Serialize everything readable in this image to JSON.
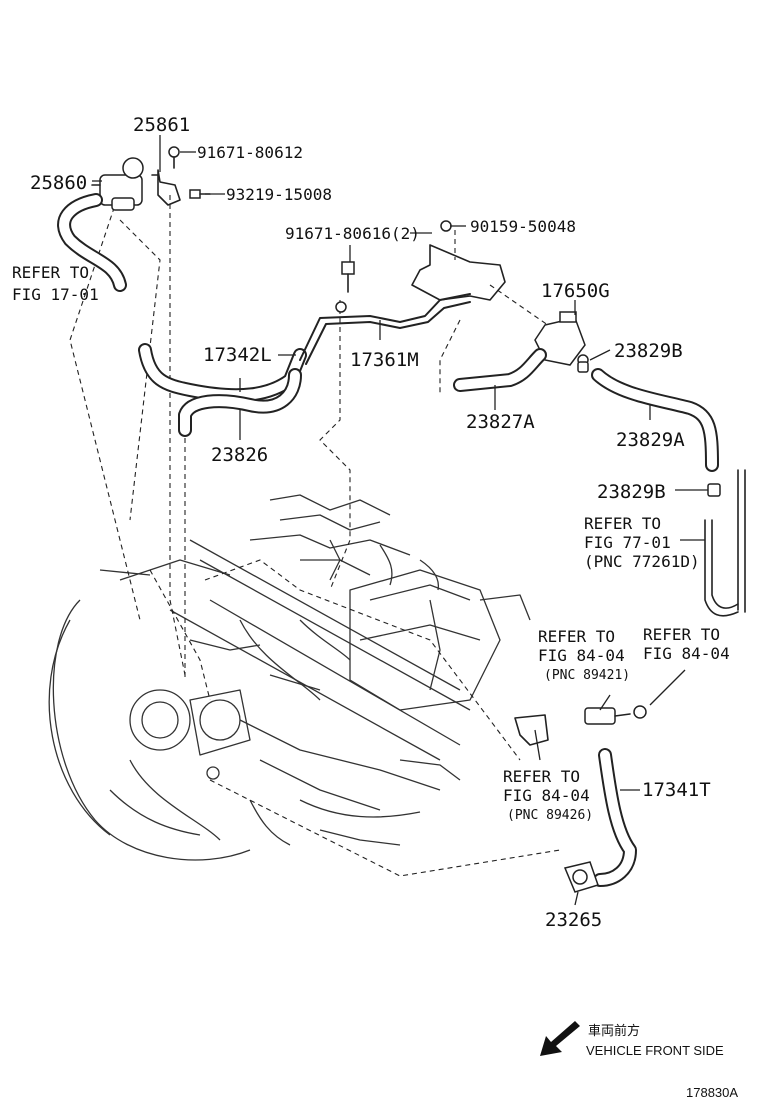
{
  "labels": {
    "p25861": "25861",
    "p91671_80612": "91671-80612",
    "p25860": "25860",
    "p93219_15008": "93219-15008",
    "refer17_line1": "REFER TO",
    "refer17_line2": "FIG 17-01",
    "p91671_80616": "91671-80616(2)",
    "p90159_50048": "90159-50048",
    "p17650G": "17650G",
    "p17342L": "17342L",
    "p17361M": "17361M",
    "p23829B_top": "23829B",
    "p23827A": "23827A",
    "p23826": "23826",
    "p23829A": "23829A",
    "p23829B_mid": "23829B",
    "refer77_line1": "REFER TO",
    "refer77_line2": "FIG 77-01",
    "refer77_line3": "(PNC 77261D)",
    "refer84a_line1": "REFER TO",
    "refer84a_line2": "FIG 84-04",
    "refer84a_line3": "(PNC 89421)",
    "refer84b_line1": "REFER TO",
    "refer84b_line2": "FIG 84-04",
    "refer84c_line1": "REFER TO",
    "refer84c_line2": "FIG 84-04",
    "refer84c_line3": "(PNC 89426)",
    "p17341T": "17341T",
    "p23265": "23265",
    "front_jp": "車両前方",
    "front_en": "VEHICLE FRONT SIDE",
    "figure_id": "178830A"
  },
  "icons": {
    "front_arrow": "arrow-down-left-icon"
  },
  "colors": {
    "line": "#222222",
    "background": "#ffffff"
  }
}
